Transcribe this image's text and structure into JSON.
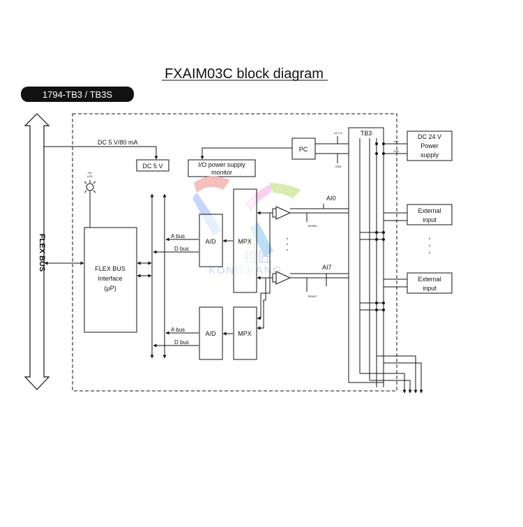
{
  "title": "FXAIM03C block diagram",
  "badge": "1794-TB3 / TB3S",
  "flex_bus": "FLEX BUS",
  "dc_supply_label": "DC 5 V/80 mA",
  "dc5v": "DC 5 V",
  "ok_led": [
    "OK",
    "LED"
  ],
  "io_monitor": [
    "I/O power supply",
    "monitor"
  ],
  "pc": "PC",
  "tb3": "TB3",
  "dc24v": [
    "DC 24 V",
    "Power",
    "supply"
  ],
  "flex_interface": [
    "FLEX BUS",
    "Interface",
    "(μP)"
  ],
  "a_bus": "A bus",
  "d_bus": "D bus",
  "ad": "A/D",
  "mpx": "MPX",
  "ai0": "AI0",
  "ai7": "AI7",
  "external_input": [
    "External",
    "input"
  ],
  "watermark": {
    "cn": "控匠",
    "en": "KONGJIANG"
  },
  "tiny_labels": {
    "v24": "24 V S",
    "gnd": "GND",
    "v24p": "24P",
    "v24n": "24N",
    "sense0": "SENS0",
    "sense7": "SENS7"
  }
}
